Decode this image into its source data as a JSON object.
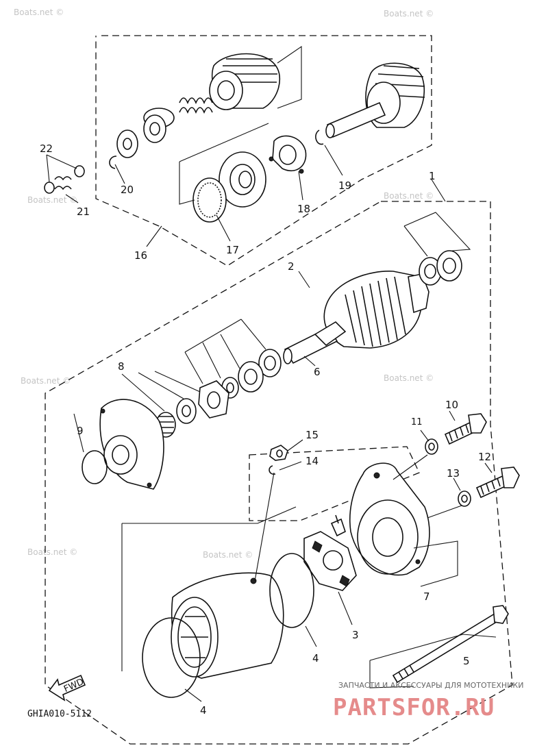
{
  "watermark": "Boats.net ©",
  "labels": {
    "p1": "1",
    "p2": "2",
    "p3": "3",
    "p4a": "4",
    "p4b": "4",
    "p5": "5",
    "p6": "6",
    "p7": "7",
    "p8": "8",
    "p9": "9",
    "p10": "10",
    "p11": "11",
    "p12": "12",
    "p13": "13",
    "p14": "14",
    "p15": "15",
    "p16": "16",
    "p17": "17",
    "p18": "18",
    "p19": "19",
    "p20": "20",
    "p21": "21",
    "p22": "22"
  },
  "fwd_label": "FWD",
  "diagram_code": "GHIA010-5112",
  "banner": {
    "top_text": "ЗАПЧАСТИ И АКСЕССУАРЫ ДЛЯ МОТОТЕХНИКИ",
    "brand_text": "PARTSFOR.RU"
  }
}
